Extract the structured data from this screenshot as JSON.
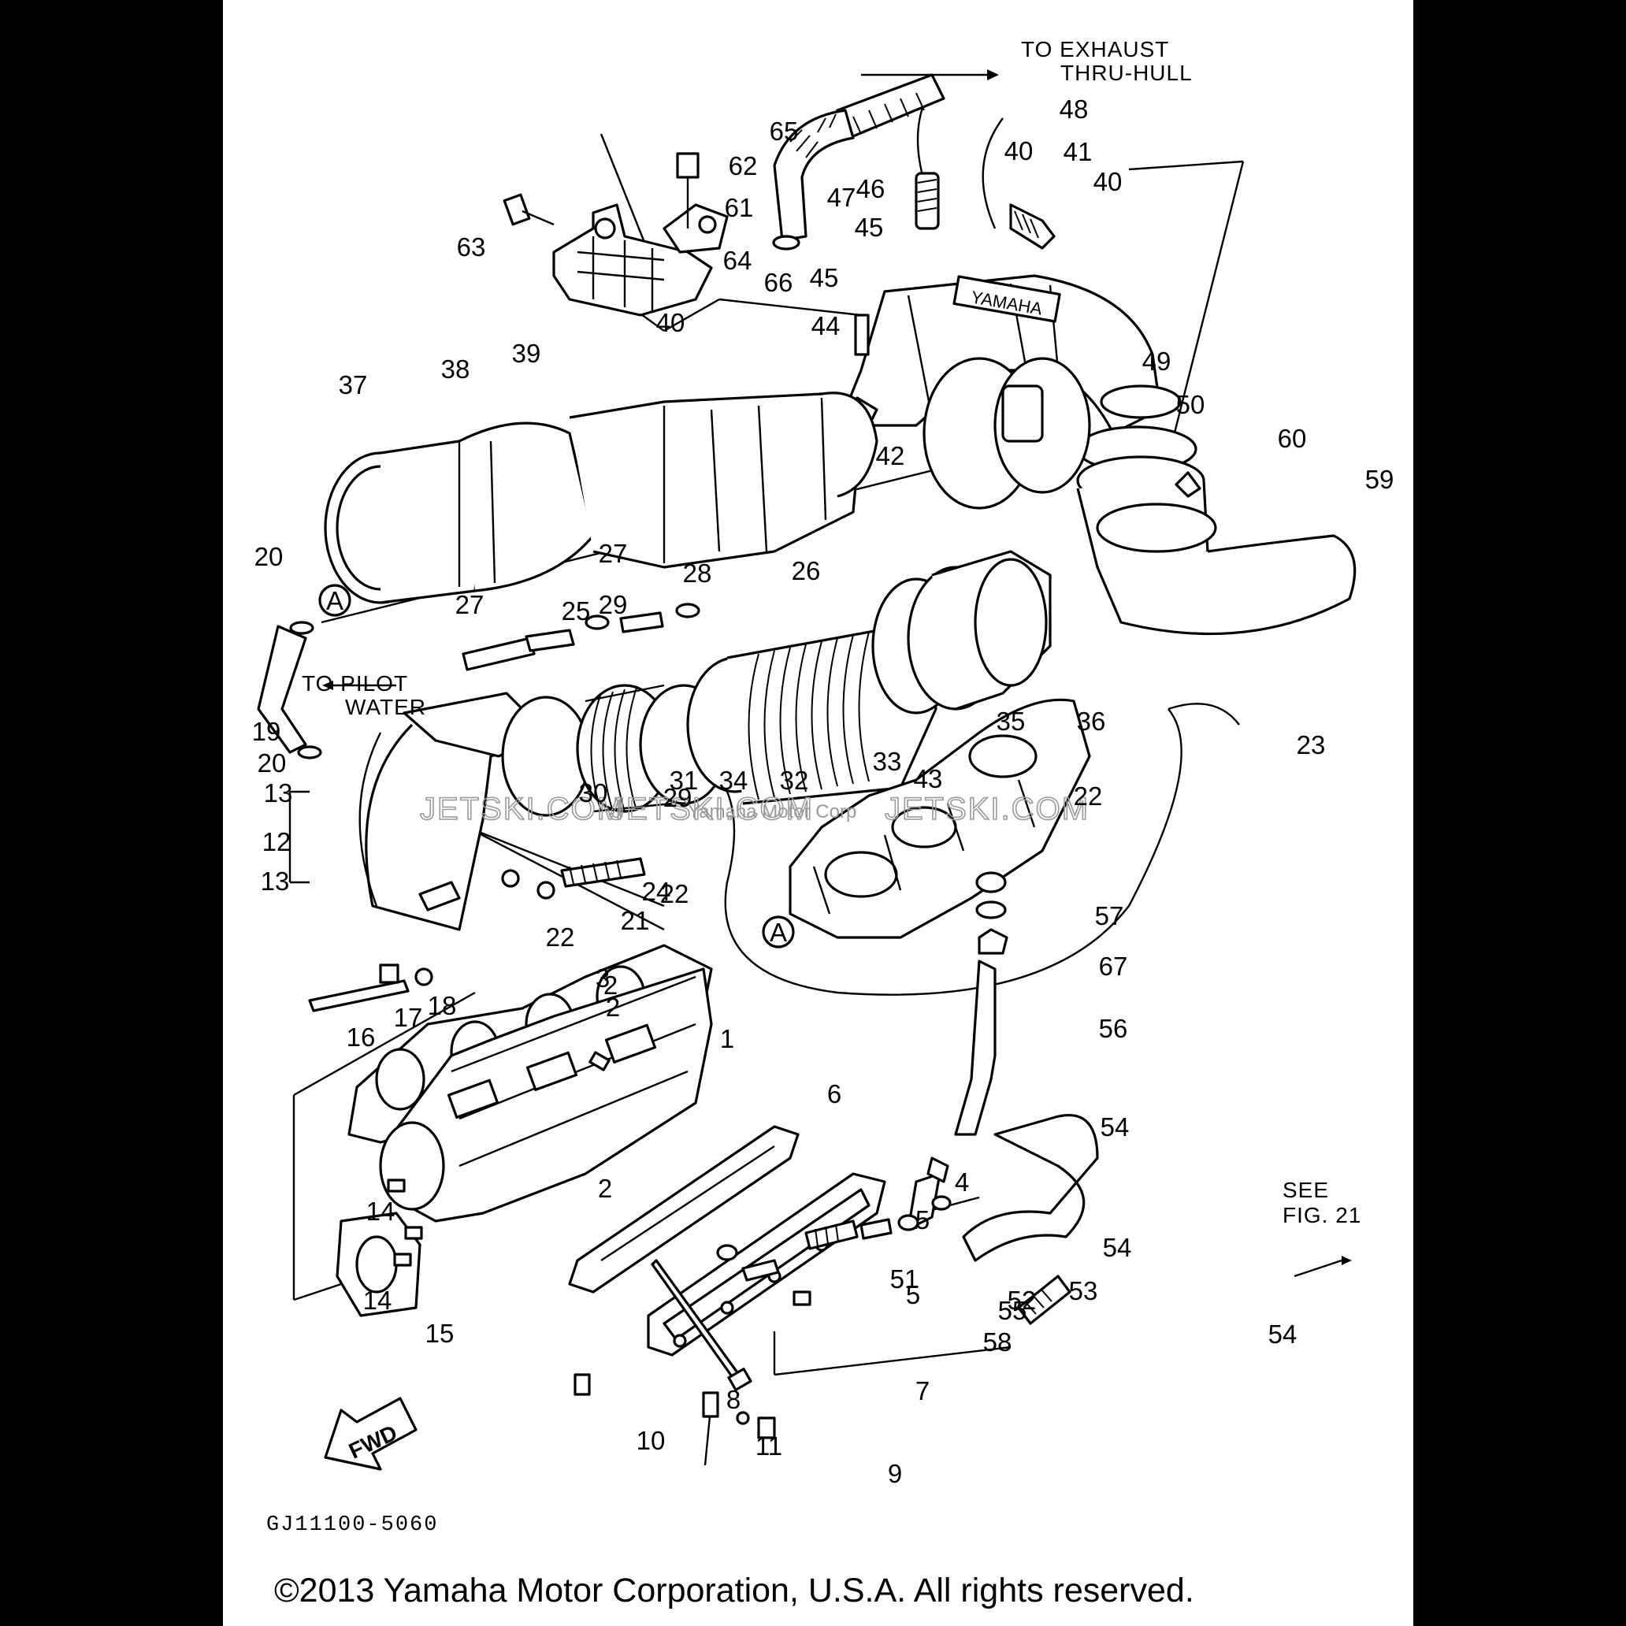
{
  "notes": {
    "exhaust": [
      "TO EXHAUST",
      "THRU-HULL"
    ],
    "pilot": [
      "TO PILOT",
      "WATER"
    ],
    "see_fig": [
      "SEE",
      "FIG. 21"
    ],
    "fwd": "FWD",
    "ref_a": "A"
  },
  "diagram_code": "GJ11100-5060",
  "watermark": {
    "brand": "JETSKI.COM",
    "center": "Yamaha Motor Corp"
  },
  "copyright": "©2013 Yamaha Motor Corporation, U.S.A. All rights reserved.",
  "callouts": [
    "1",
    "2",
    "2",
    "2",
    "3",
    "4",
    "5",
    "5",
    "6",
    "7",
    "8",
    "9",
    "10",
    "11",
    "12",
    "13",
    "13",
    "14",
    "14",
    "15",
    "16",
    "17",
    "18",
    "19",
    "20",
    "20",
    "21",
    "22",
    "22",
    "22",
    "23",
    "24",
    "25",
    "26",
    "27",
    "27",
    "28",
    "29",
    "29",
    "30",
    "31",
    "32",
    "33",
    "34",
    "35",
    "36",
    "37",
    "38",
    "39",
    "40",
    "40",
    "40",
    "41",
    "42",
    "43",
    "44",
    "45",
    "45",
    "46",
    "47",
    "48",
    "49",
    "50",
    "51",
    "52",
    "53",
    "54",
    "54",
    "54",
    "55",
    "56",
    "57",
    "58",
    "59",
    "60",
    "61",
    "62",
    "63",
    "64",
    "65",
    "66",
    "67"
  ]
}
